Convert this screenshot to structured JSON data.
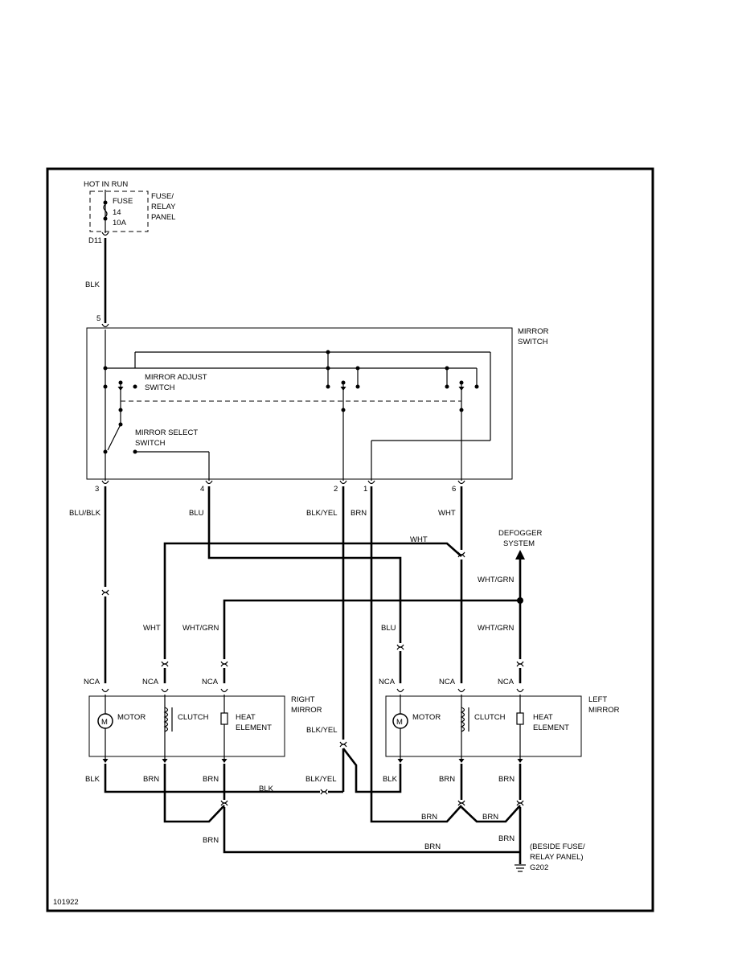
{
  "labels": {
    "hot_in_run": "HOT IN RUN",
    "fuse": "FUSE",
    "fuse_num": "14",
    "fuse_amp": "10A",
    "fuse_panel_1": "FUSE/",
    "fuse_panel_2": "RELAY",
    "fuse_panel_3": "PANEL",
    "d11": "D11",
    "blk_top": "BLK",
    "pin5": "5",
    "mirror_switch_1": "MIRROR",
    "mirror_switch_2": "SWITCH",
    "adjust_1": "MIRROR ADJUST",
    "adjust_2": "SWITCH",
    "select_1": "MIRROR SELECT",
    "select_2": "SWITCH",
    "pin3": "3",
    "pin4": "4",
    "pin2": "2",
    "pin1": "1",
    "pin6": "6",
    "blu_blk": "BLU/BLK",
    "blu": "BLU",
    "blk_yel": "BLK/YEL",
    "brn": "BRN",
    "wht": "WHT",
    "wht_top": "WHT",
    "defogger_1": "DEFOGGER",
    "defogger_2": "SYSTEM",
    "wht_grn_def": "WHT/GRN",
    "wht_r": "WHT",
    "wht_grn_r": "WHT/GRN",
    "blu_l": "BLU",
    "wht_grn_l": "WHT/GRN",
    "nca": "NCA",
    "motor": "MOTOR",
    "clutch": "CLUTCH",
    "heat": "HEAT",
    "element": "ELEMENT",
    "m": "M",
    "right_1": "RIGHT",
    "right_2": "MIRROR",
    "left_1": "LEFT",
    "left_2": "MIRROR",
    "blk_yel_mid": "BLK/YEL",
    "blk_b": "BLK",
    "brn_b": "BRN",
    "blk_horiz": "BLK",
    "blk_yel_low": "BLK/YEL",
    "brn_lower": "BRN",
    "beside_1": "(BESIDE FUSE/",
    "beside_2": "RELAY PANEL)",
    "g202": "G202",
    "fig_id": "101922"
  }
}
